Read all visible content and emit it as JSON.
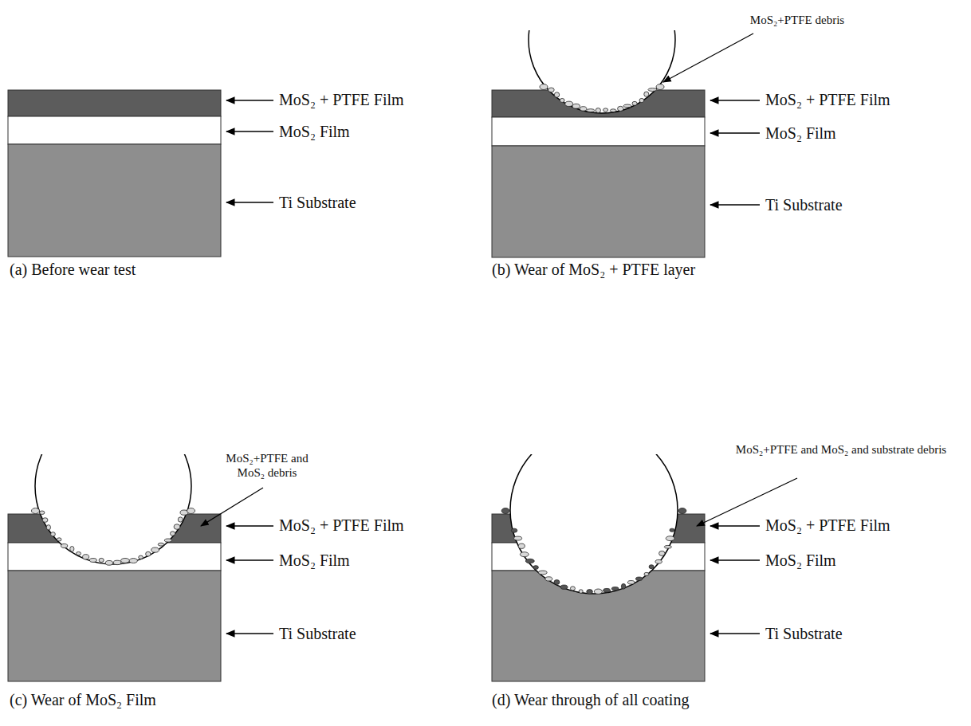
{
  "diagram": {
    "labels": [
      "MoS₂ + PTFE Film",
      "MoS₂ Film",
      "Ti Substrate",
      "(a) Before wear test",
      "MoS₂+PTFE debris",
      "MoS₂ + PTFE Film",
      "MoS₂ Film",
      "Ti Substrate",
      "(b) Wear of  MoS₂ + PTFE  layer",
      "MoS₂+PTFE and MoS₂ debris",
      "MoS₂ + PTFE Film",
      "MoS₂ Film",
      "Ti Substrate",
      "(c) Wear of  MoS₂ Film",
      "MoS₂+PTFE and MoS₂ and substrate debris",
      "MoS₂ + PTFE Film",
      "MoS₂ Film",
      "Ti Substrate",
      "(d) Wear through of all coating"
    ]
  }
}
